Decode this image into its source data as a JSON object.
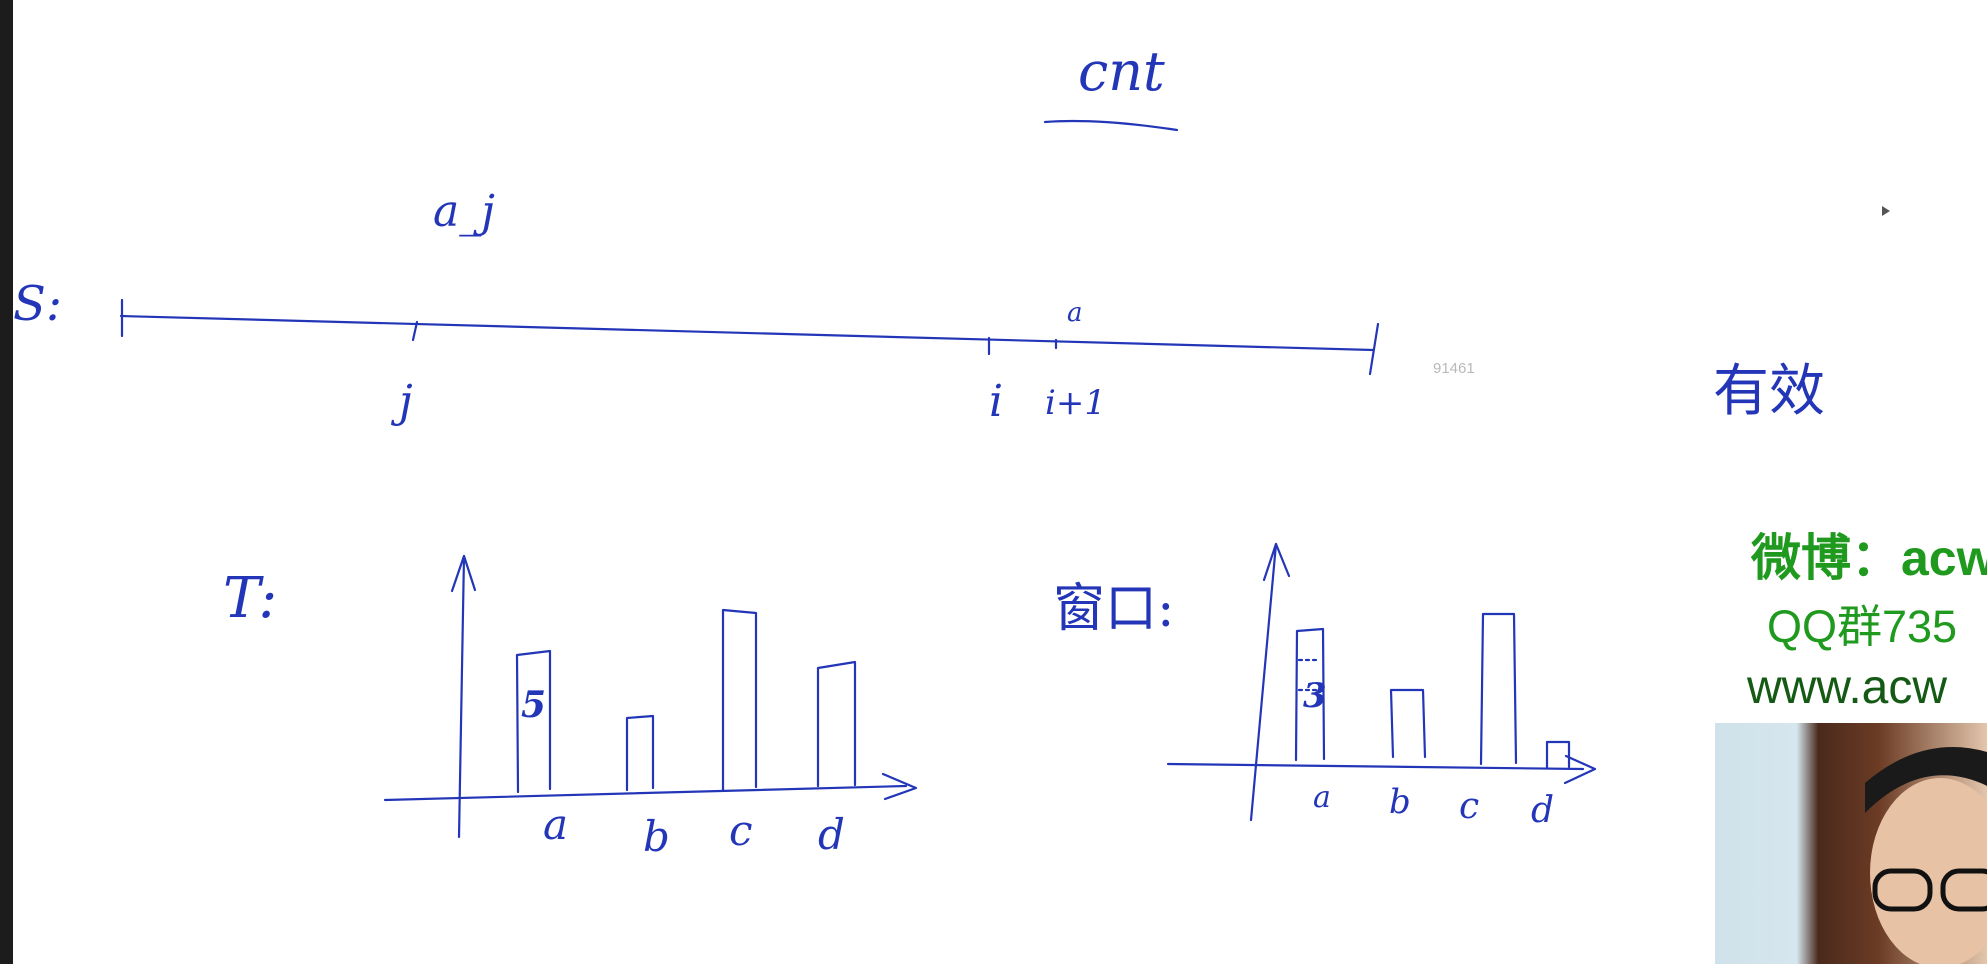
{
  "whiteboard": {
    "title": "cnt",
    "segment": {
      "label": "S:",
      "top_label": "a_j",
      "tick_labels": [
        "j",
        "i",
        "i+1"
      ],
      "tick_above_label": "a"
    },
    "chart_T": {
      "label": "T:",
      "categories": [
        "a",
        "b",
        "c",
        "d"
      ],
      "bar_annotation": "5"
    },
    "chart_window": {
      "label": "窗口:",
      "categories": [
        "a",
        "b",
        "c",
        "d"
      ],
      "bar_annotation": "3"
    },
    "side_note": "有效"
  },
  "overlay": {
    "watermark_id": "91461",
    "promo_weibo": "微博：acw",
    "promo_qq": "QQ群735",
    "promo_www": "www.acw"
  },
  "icons": {
    "cursor": "cursor-arrow-icon",
    "webcam": "webcam-presenter-icon"
  },
  "colors": {
    "ink": "#2336b8",
    "promo_green": "#1f9a1f",
    "promo_dark_green": "#145a14",
    "background": "#ffffff"
  }
}
